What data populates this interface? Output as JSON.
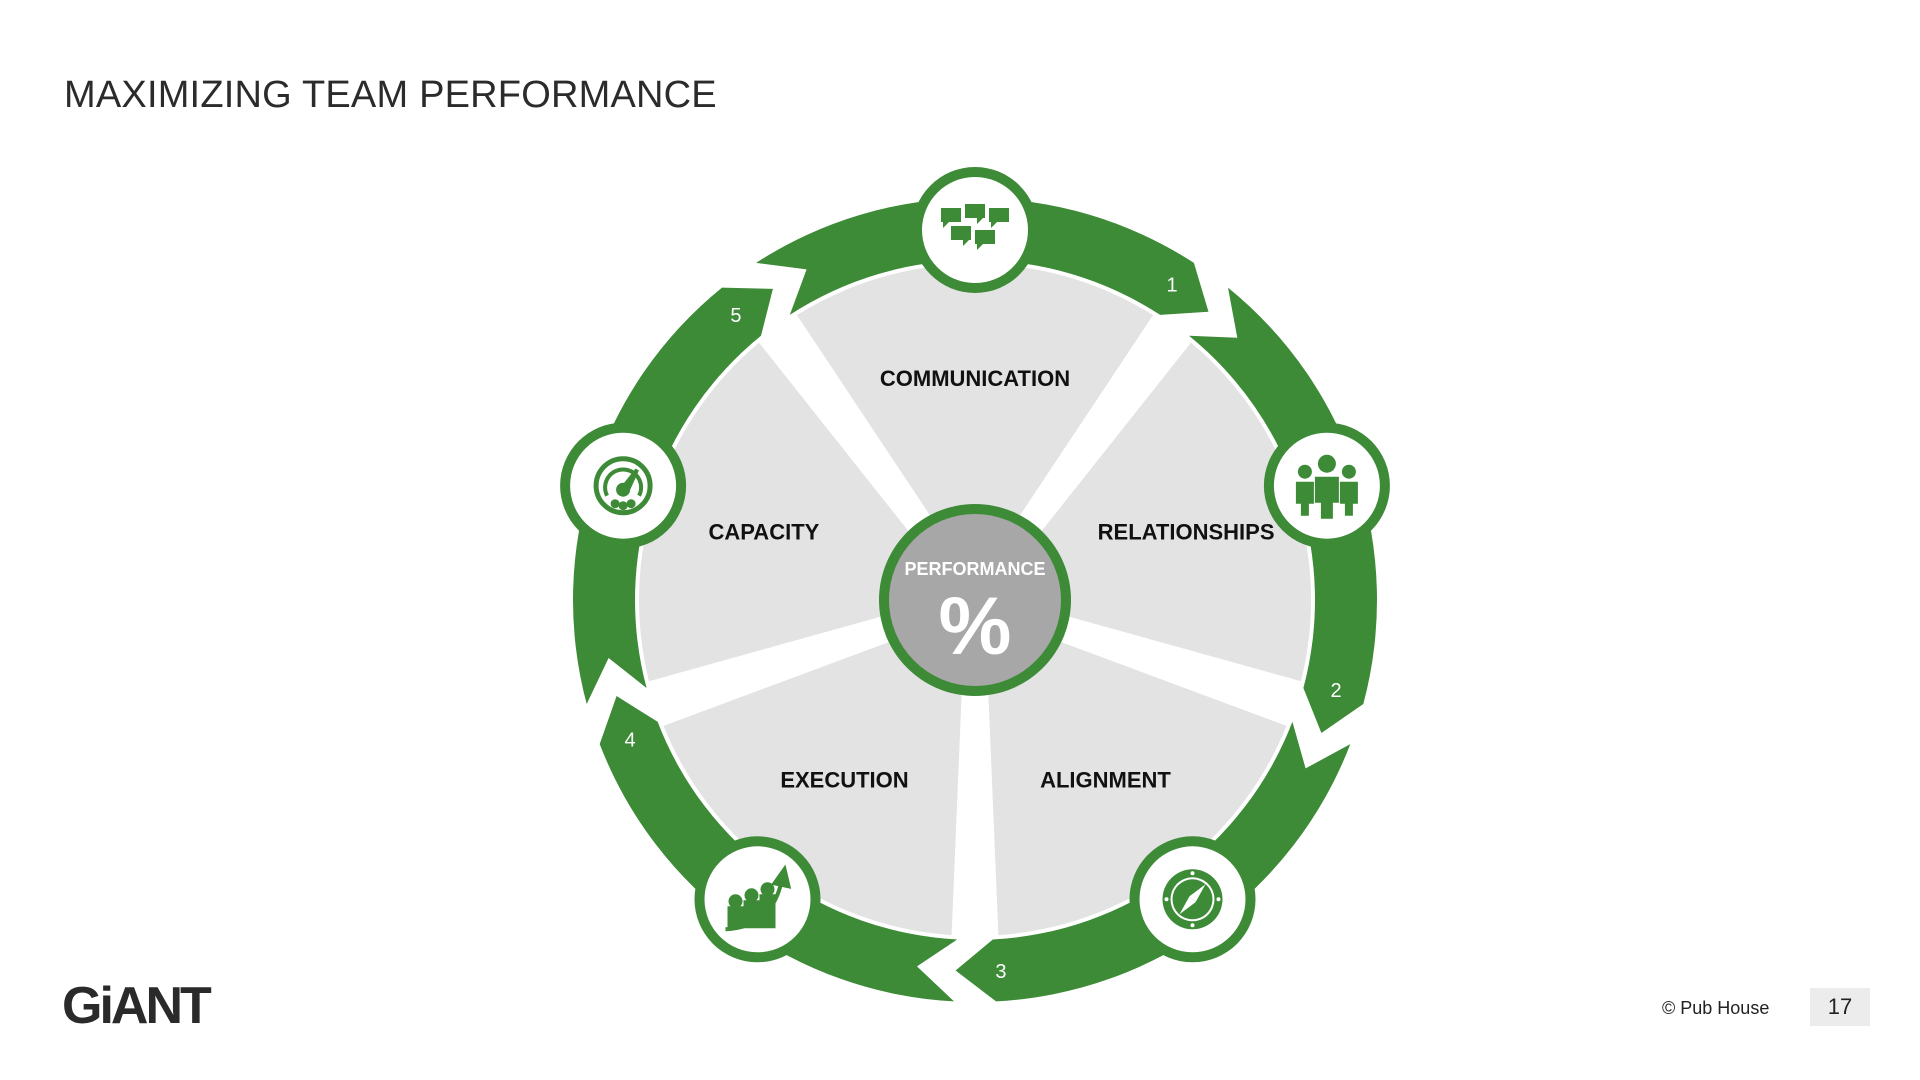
{
  "slide": {
    "title": "MAXIMIZING TEAM PERFORMANCE",
    "logo": "GiANT",
    "copyright": "© Pub House",
    "page_number": "17"
  },
  "colors": {
    "green": "#3d8a37",
    "segment_gray": "#e3e3e4",
    "center_gray": "#a7a7a7",
    "white": "#ffffff"
  },
  "diagram": {
    "center": {
      "label": "PERFORMANCE",
      "symbol": "%"
    },
    "segments": [
      {
        "label": "COMMUNICATION",
        "step": "1",
        "icon": "speech-bubbles-icon"
      },
      {
        "label": "RELATIONSHIPS",
        "step": "2",
        "icon": "team-people-icon"
      },
      {
        "label": "ALIGNMENT",
        "step": "3",
        "icon": "compass-icon"
      },
      {
        "label": "EXECUTION",
        "step": "4",
        "icon": "growth-people-icon"
      },
      {
        "label": "CAPACITY",
        "step": "5",
        "icon": "speedometer-icon"
      }
    ]
  }
}
